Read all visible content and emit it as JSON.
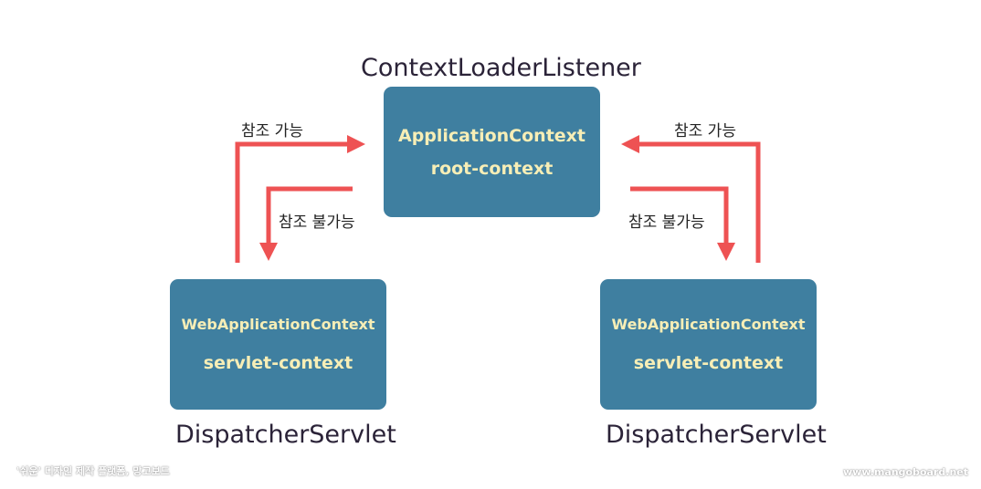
{
  "root": {
    "caption": "ContextLoaderListener",
    "line1": "ApplicationContext",
    "line2": "root-context"
  },
  "left": {
    "line1": "WebApplicationContext",
    "line2": "servlet-context",
    "caption": "DispatcherServlet",
    "ref_ok": "참조 가능",
    "ref_no": "참조 불가능"
  },
  "right": {
    "line1": "WebApplicationContext",
    "line2": "servlet-context",
    "caption": "DispatcherServlet",
    "ref_ok": "참조 가능",
    "ref_no": "참조 불가능"
  },
  "footer": {
    "left": "'쉬운' 디자인 제작 플랫폼, 망고보드",
    "right": "www.mangoboard.net"
  },
  "colors": {
    "box": "#3f7fa0",
    "box_text": "#f7eeb6",
    "arrow": "#ee5253",
    "caption": "#2b2338"
  }
}
